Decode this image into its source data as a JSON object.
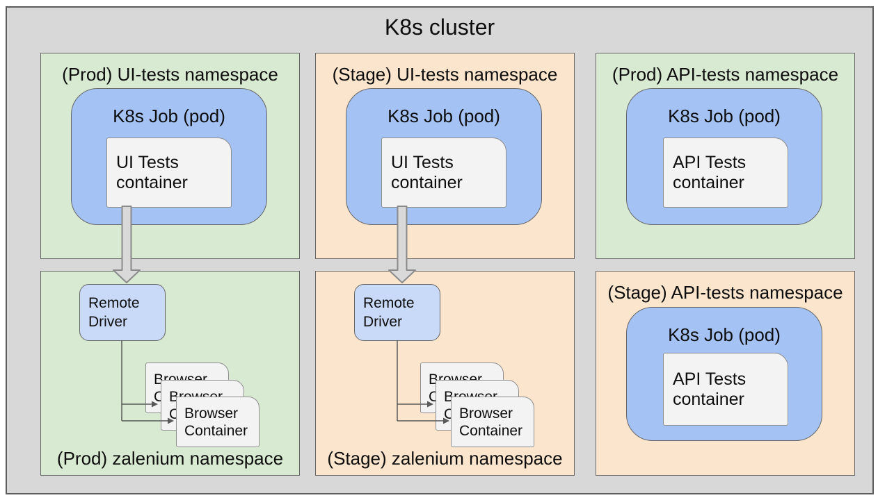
{
  "diagram": {
    "title": "K8s cluster",
    "type": "kubernetes-cluster-architecture",
    "colors": {
      "cluster_background": "#d8d8d8",
      "prod_namespace_fill": "#d9ead3",
      "stage_namespace_fill": "#fce5cd",
      "k8s_job_fill": "#a4c2f4",
      "remote_driver_fill": "#c9daf8",
      "container_fill": "#f3f3f3",
      "border": "#666666",
      "arrow_fill": "#d9d9d9",
      "arrow_stroke": "#8a8a8a",
      "connector_stroke": "#595959"
    }
  },
  "namespaces": {
    "prod_ui": {
      "label": "(Prod) UI-tests namespace",
      "job_label": "K8s Job (pod)",
      "container_label": "UI Tests container"
    },
    "stage_ui": {
      "label": "(Stage) UI-tests namespace",
      "job_label": "K8s Job (pod)",
      "container_label": "UI Tests container"
    },
    "prod_api": {
      "label": "(Prod) API-tests namespace",
      "job_label": "K8s Job (pod)",
      "container_label": "API Tests container"
    },
    "stage_api": {
      "label": "(Stage) API-tests namespace",
      "job_label": "K8s Job (pod)",
      "container_label": "API Tests container"
    },
    "prod_zalenium": {
      "label": "(Prod) zalenium namespace",
      "remote_driver_label": "Remote Driver",
      "browser_container_label": "Browser Container"
    },
    "stage_zalenium": {
      "label": "(Stage) zalenium namespace",
      "remote_driver_label": "Remote Driver",
      "browser_container_label": "Browser Container"
    }
  }
}
